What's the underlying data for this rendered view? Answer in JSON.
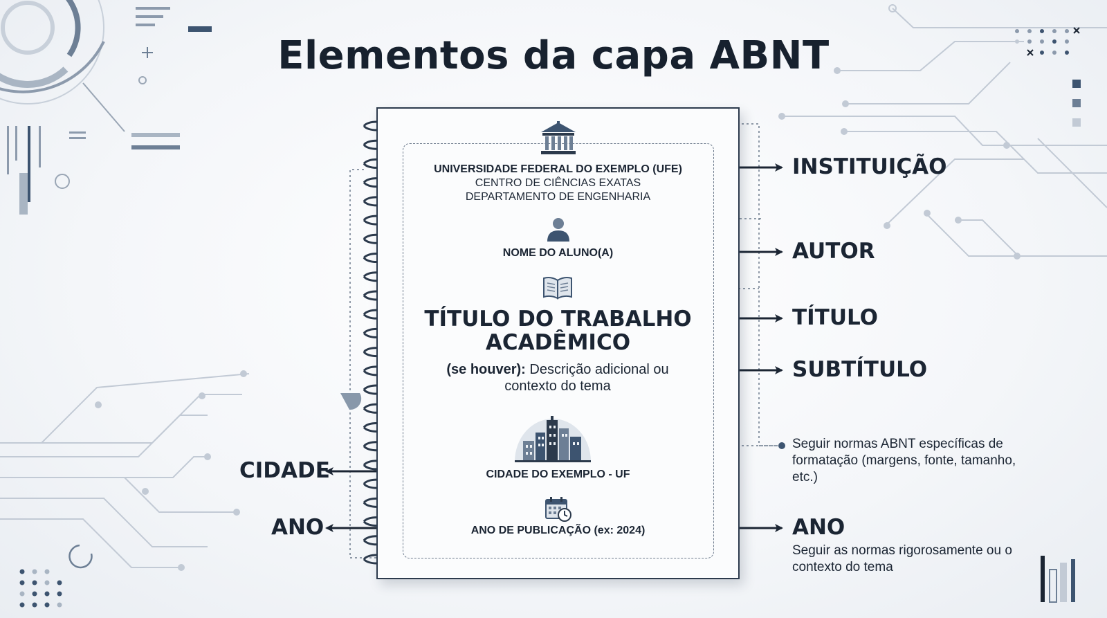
{
  "title": "Elementos da capa ABNT",
  "cover": {
    "institution": {
      "line1": "UNIVERSIDADE FEDERAL DO EXEMPLO (UFE)",
      "line2": "CENTRO DE CIÊNCIAS EXATAS",
      "line3": "DEPARTAMENTO DE ENGENHARIA"
    },
    "author": "NOME DO ALUNO(A)",
    "work_title": {
      "line1": "TÍTULO DO TRABALHO",
      "line2": "ACADÊMICO"
    },
    "subtitle": {
      "prefix": "(se houver):",
      "text": " Descrição adicional ou contexto do tema"
    },
    "city": "CIDADE DO EXEMPLO - UF",
    "year": "ANO DE PUBLICAÇÃO (ex: 2024)"
  },
  "labels": {
    "institution": "INSTITUIÇÃO",
    "author": "AUTOR",
    "title": "TÍTULO",
    "subtitle": "SUBTÍTULO",
    "city": "CIDADE",
    "year_left": "ANO",
    "year_right": "ANO"
  },
  "notes": {
    "formatting": "Seguir normas ABNT específicas de formatação (margens, fonte, tamanho, etc.)",
    "year": "Seguir as normas rigorosamente ou o contexto do tema"
  },
  "icons": {
    "institution": "university-building-icon",
    "author": "person-icon",
    "title": "open-book-icon",
    "city": "city-skyline-icon",
    "year": "calendar-clock-icon"
  },
  "colors": {
    "text": "#1b2533",
    "accent": "#3d5470",
    "circuit": "#c2cad5"
  }
}
